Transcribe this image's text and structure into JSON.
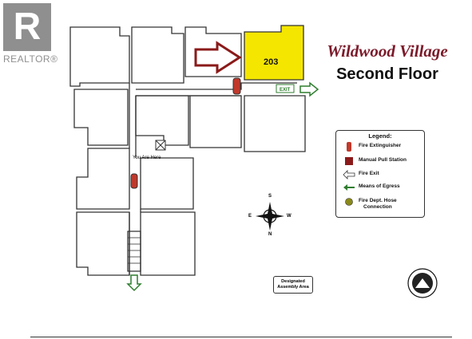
{
  "watermark": {
    "mark": "R",
    "text": "REALTOR®"
  },
  "title": "Wildwood Village",
  "subtitle": "Second Floor",
  "unit_label": "203",
  "you_are_here": "You Are Here",
  "legend": {
    "title": "Legend:",
    "items": [
      {
        "label": "Fire Extinguisher",
        "icon": "fire-extinguisher-icon"
      },
      {
        "label": "Manual Pull Station",
        "icon": "pull-station-icon"
      },
      {
        "label": "Fire Exit",
        "icon": "fire-exit-icon"
      },
      {
        "label": "Means of Egress",
        "icon": "egress-arrow-icon"
      },
      {
        "label": "Fire Dept. Hose",
        "label2": "Connection",
        "icon": "hose-connection-icon"
      }
    ]
  },
  "compass": {
    "n": "N",
    "s": "S",
    "e": "E",
    "w": "W"
  },
  "assembly": {
    "line1": "Designated",
    "line2": "Assembly Area"
  },
  "exit_sign": "EXIT",
  "colors": {
    "highlight_unit": "#f5e600",
    "pointer_arrow": "#8b1a1a",
    "title": "#7b1a2a",
    "egress": "#2f7d2f",
    "extinguisher": "#c0392b"
  }
}
